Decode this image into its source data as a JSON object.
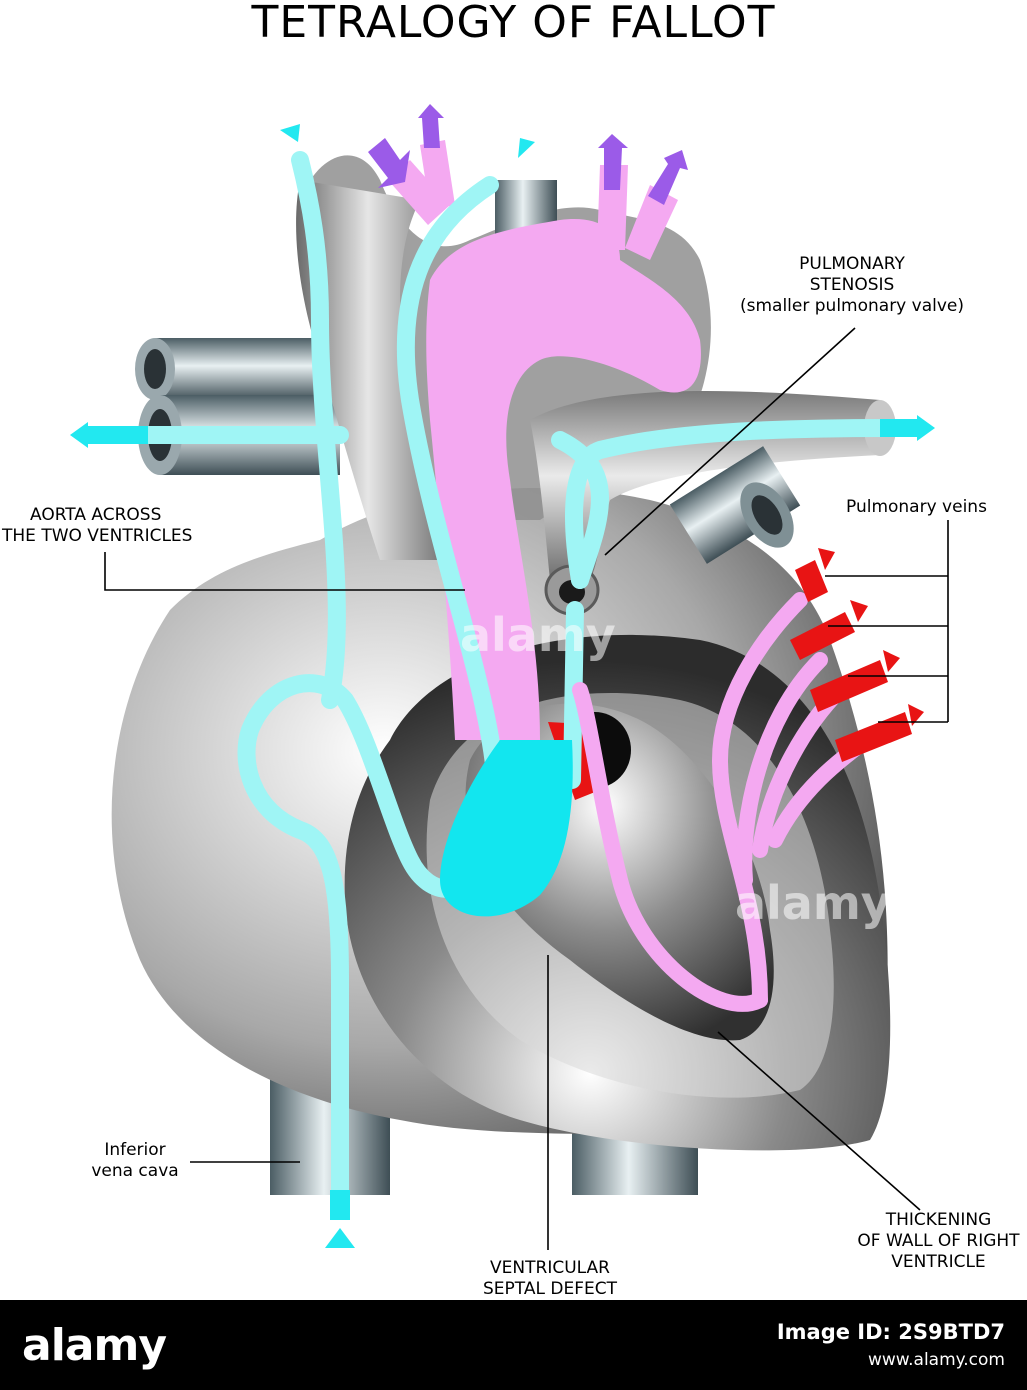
{
  "title": "TETRALOGY OF FALLOT",
  "labels": {
    "pulmonary_stenosis_1": "PULMONARY",
    "pulmonary_stenosis_2": "STENOSIS",
    "pulmonary_stenosis_3": "(smaller pulmonary valve)",
    "aorta_1": "AORTA ACROSS",
    "aorta_2": "THE TWO VENTRICLES",
    "pulmonary_veins": "Pulmonary veins",
    "ivc_1": "Inferior",
    "ivc_2": "vena cava",
    "vsd_1": "VENTRICULAR",
    "vsd_2": "SEPTAL DEFECT",
    "rv_1": "THICKENING",
    "rv_2": "OF WALL OF RIGHT",
    "rv_3": "VENTRICLE"
  },
  "watermark": "alamy",
  "footer": {
    "logo": "alamy",
    "image_id": "Image ID: 2S9BTD7",
    "url": "www.alamy.com"
  },
  "colors": {
    "deoxygenated_blood": "#22e8f0",
    "oxygenated_blood": "#f4a9f1",
    "to_lungs_arrows": "#9b5be8",
    "pulmonary_vein_inflow": "#e81414",
    "tissue_grey": "#9a9a9a"
  }
}
